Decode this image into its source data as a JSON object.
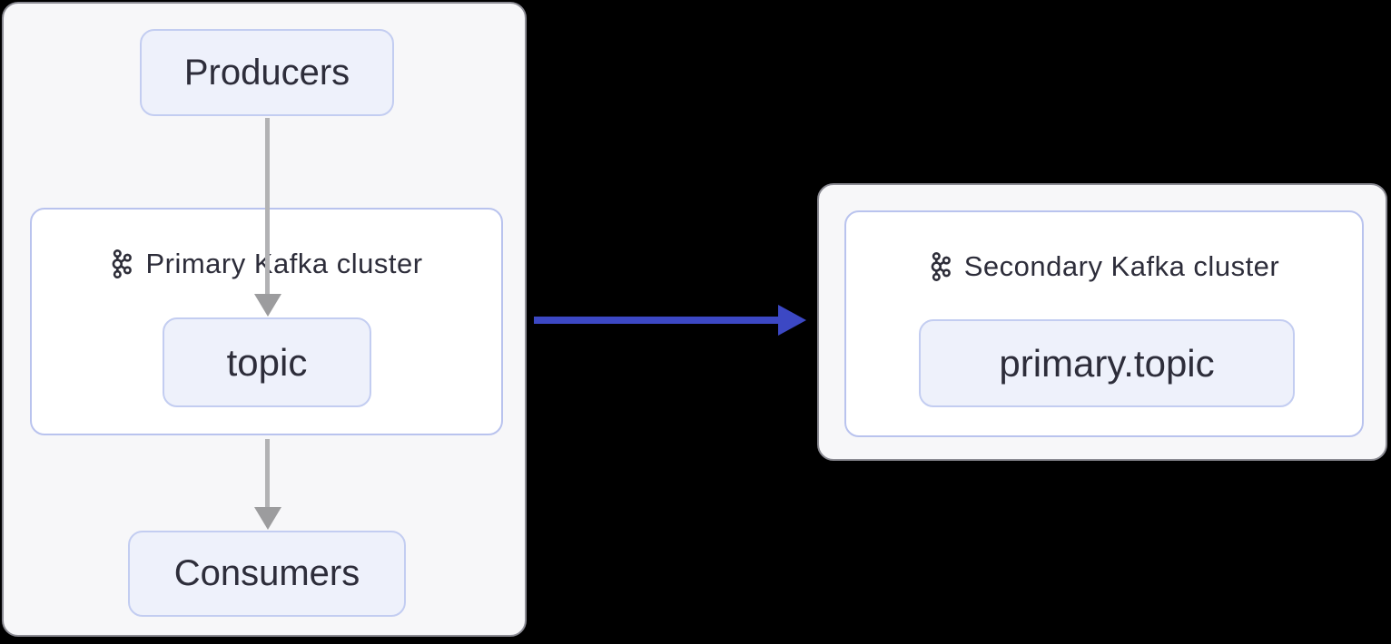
{
  "diagram": {
    "background": "#000000",
    "panels": {
      "primary": {
        "producers_label": "Producers",
        "cluster_label": "Primary Kafka cluster",
        "topic_label": "topic",
        "consumers_label": "Consumers"
      },
      "secondary": {
        "cluster_label": "Secondary Kafka cluster",
        "topic_label": "primary.topic"
      }
    },
    "icons": {
      "kafka": "kafka-icon"
    },
    "arrows": {
      "producers_to_topic": "gray-down-arrow",
      "cluster_to_consumers": "gray-down-arrow",
      "primary_to_secondary": "blue-right-arrow"
    },
    "colors": {
      "panel_fill": "#f7f7f9",
      "panel_border": "#8b8b93",
      "cluster_fill": "#ffffff",
      "cluster_border": "#b9c3ee",
      "node_fill": "#eef1fb",
      "node_border": "#c3cdf1",
      "text": "#2d2d3a",
      "arrow_gray": "#b2b2b4",
      "arrow_gray_head": "#9c9c9e",
      "arrow_blue": "#3c48c4"
    }
  }
}
